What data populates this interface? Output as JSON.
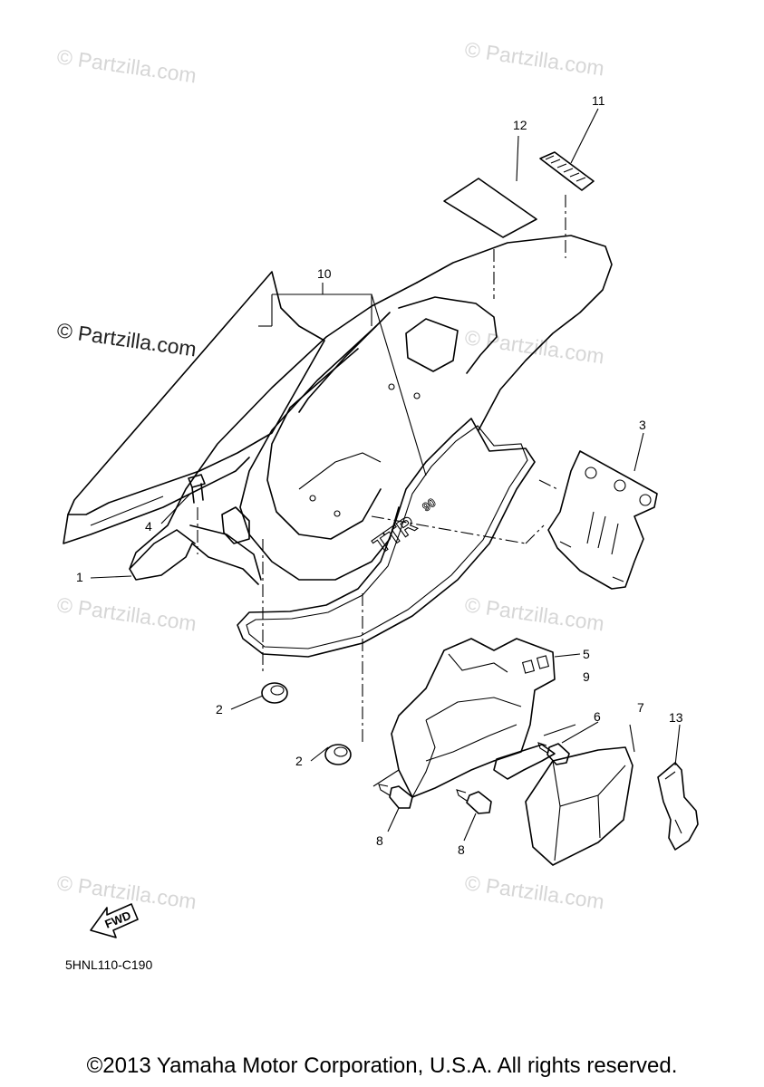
{
  "watermark": "© Partzilla.com",
  "callouts": {
    "c1": "1",
    "c2a": "2",
    "c2b": "2",
    "c3": "3",
    "c4": "4",
    "c5": "5",
    "c6": "6",
    "c7": "7",
    "c8a": "8",
    "c8b": "8",
    "c9": "9",
    "c10": "10",
    "c11": "11",
    "c12": "12",
    "c13": "13"
  },
  "fwd_label": "FWD",
  "diagram_code": "5HNL110-C190",
  "copyright": "©2013 Yamaha Motor Corporation, U.S.A. All rights reserved."
}
